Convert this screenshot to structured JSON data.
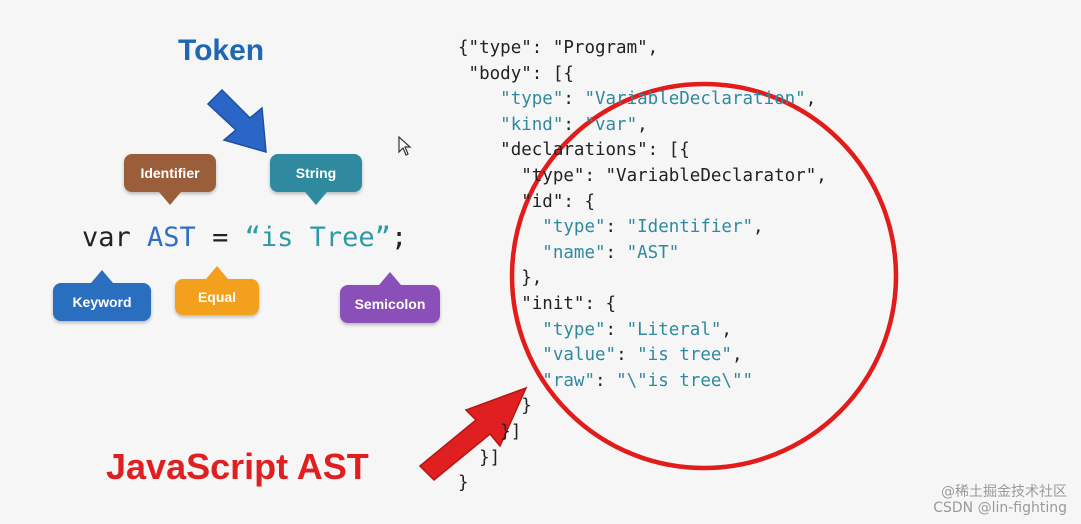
{
  "titles": {
    "token": "Token",
    "ast": "JavaScript AST"
  },
  "code": {
    "keyword": "var",
    "identifier": "AST",
    "equal": "=",
    "string": "“is Tree”",
    "semicolon": ";"
  },
  "bubbles": {
    "identifier": "Identifier",
    "string": "String",
    "keyword": "Keyword",
    "equal": "Equal",
    "semicolon": "Semicolon"
  },
  "json_lines": [
    {
      "indent": 0,
      "parts": [
        {
          "t": "{",
          "c": "p"
        },
        {
          "t": "\"type\"",
          "c": "k"
        },
        {
          "t": ": ",
          "c": "p"
        },
        {
          "t": "\"Program\"",
          "c": "v"
        },
        {
          "t": ",",
          "c": "p"
        }
      ]
    },
    {
      "indent": 1,
      "parts": [
        {
          "t": "\"body\"",
          "c": "k"
        },
        {
          "t": ": [{",
          "c": "p"
        }
      ]
    },
    {
      "indent": 4,
      "parts": [
        {
          "t": "\"type\"",
          "c": "k inner"
        },
        {
          "t": ": ",
          "c": "p"
        },
        {
          "t": "\"VariableDeclaration\"",
          "c": "v inner"
        },
        {
          "t": ",",
          "c": "p"
        }
      ]
    },
    {
      "indent": 4,
      "parts": [
        {
          "t": "\"kind\"",
          "c": "k inner"
        },
        {
          "t": ": ",
          "c": "p"
        },
        {
          "t": "\"var\"",
          "c": "v inner"
        },
        {
          "t": ",",
          "c": "p"
        }
      ]
    },
    {
      "indent": 4,
      "parts": [
        {
          "t": "\"declarations\"",
          "c": "k"
        },
        {
          "t": ": [{",
          "c": "p"
        }
      ]
    },
    {
      "indent": 6,
      "parts": [
        {
          "t": "\"type\"",
          "c": "k"
        },
        {
          "t": ": ",
          "c": "p"
        },
        {
          "t": "\"VariableDeclarator\"",
          "c": "v"
        },
        {
          "t": ",",
          "c": "p"
        }
      ]
    },
    {
      "indent": 6,
      "parts": [
        {
          "t": "\"id\"",
          "c": "k"
        },
        {
          "t": ": {",
          "c": "p"
        }
      ]
    },
    {
      "indent": 8,
      "parts": [
        {
          "t": "\"type\"",
          "c": "k inner"
        },
        {
          "t": ": ",
          "c": "p"
        },
        {
          "t": "\"Identifier\"",
          "c": "v inner"
        },
        {
          "t": ",",
          "c": "p"
        }
      ]
    },
    {
      "indent": 8,
      "parts": [
        {
          "t": "\"name\"",
          "c": "k inner"
        },
        {
          "t": ": ",
          "c": "p"
        },
        {
          "t": "\"AST\"",
          "c": "v inner"
        }
      ]
    },
    {
      "indent": 6,
      "parts": [
        {
          "t": "},",
          "c": "p"
        }
      ]
    },
    {
      "indent": 6,
      "parts": [
        {
          "t": "\"init\"",
          "c": "k"
        },
        {
          "t": ": {",
          "c": "p"
        }
      ]
    },
    {
      "indent": 8,
      "parts": [
        {
          "t": "\"type\"",
          "c": "k inner"
        },
        {
          "t": ": ",
          "c": "p"
        },
        {
          "t": "\"Literal\"",
          "c": "v inner"
        },
        {
          "t": ",",
          "c": "p"
        }
      ]
    },
    {
      "indent": 8,
      "parts": [
        {
          "t": "\"value\"",
          "c": "k inner"
        },
        {
          "t": ": ",
          "c": "p"
        },
        {
          "t": "\"is tree\"",
          "c": "v inner"
        },
        {
          "t": ",",
          "c": "p"
        }
      ]
    },
    {
      "indent": 8,
      "parts": [
        {
          "t": "\"raw\"",
          "c": "k inner"
        },
        {
          "t": ": ",
          "c": "p"
        },
        {
          "t": "\"\\\"is tree\\\"\"",
          "c": "v inner"
        }
      ]
    },
    {
      "indent": 6,
      "parts": [
        {
          "t": "}",
          "c": "p inner"
        }
      ]
    },
    {
      "indent": 4,
      "parts": [
        {
          "t": "}]",
          "c": "p"
        }
      ]
    },
    {
      "indent": 2,
      "parts": [
        {
          "t": "}]",
          "c": "p"
        }
      ]
    },
    {
      "indent": 0,
      "parts": [
        {
          "t": "}",
          "c": "p"
        }
      ]
    }
  ],
  "watermark": {
    "line1": "@稀土掘金技术社区",
    "line2": "CSDN @lin-fighting"
  },
  "colors": {
    "token_title": "#1f66b3",
    "ast_title": "#e02020",
    "arrow_blue": "#2a66c8",
    "arrow_red": "#e02020",
    "circle": "#e21b1b",
    "identifier": "#9a5f3a",
    "string": "#2f8aa0",
    "keyword": "#2a6ec0",
    "equal": "#f3a01d",
    "semicolon": "#8a4fb8"
  },
  "icons": {
    "cursor": "mouse-pointer-icon",
    "arrow_token": "blue-arrow-icon",
    "arrow_ast": "red-arrow-icon"
  }
}
